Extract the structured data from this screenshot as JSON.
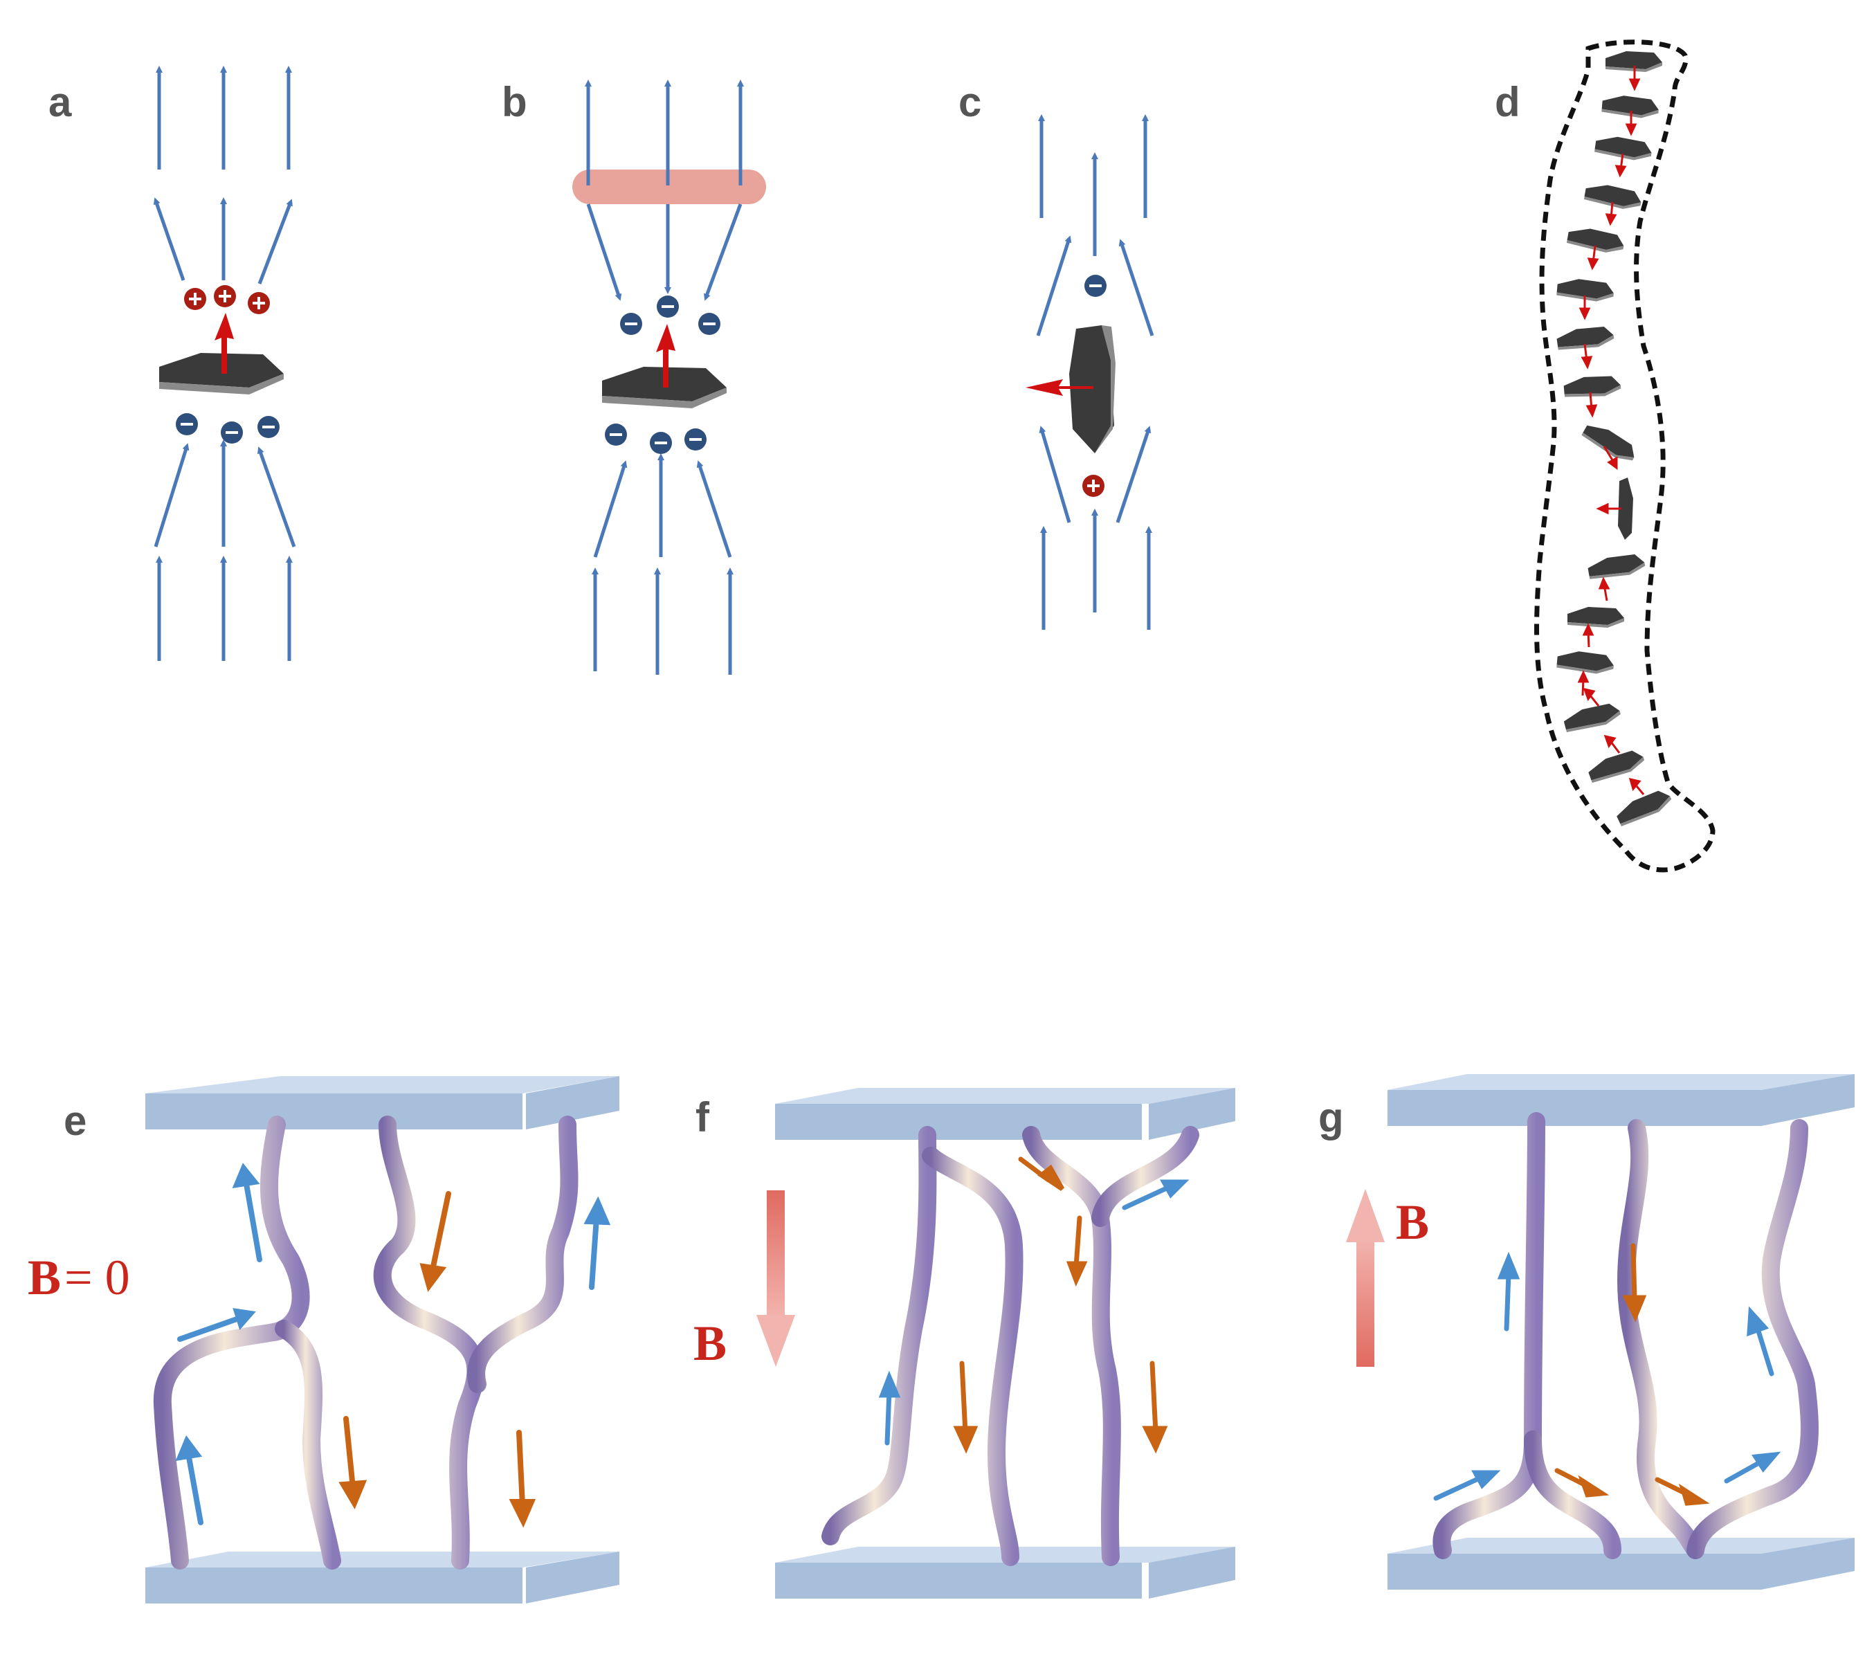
{
  "panels": {
    "a": {
      "label": "a"
    },
    "b": {
      "label": "b"
    },
    "c": {
      "label": "c"
    },
    "d": {
      "label": "d"
    },
    "e": {
      "label": "e",
      "field_text": "B",
      "field_value": "= 0"
    },
    "f": {
      "label": "f",
      "field_text": "B",
      "field_direction": "down"
    },
    "g": {
      "label": "g",
      "field_text": "B",
      "field_direction": "up"
    }
  },
  "colors": {
    "field_arrow": "#4a78b8",
    "positive_charge": "#a81e12",
    "negative_charge": "#2e4f7c",
    "monopole_plate": "#3a3a3a",
    "moment_arrow": "#d01010",
    "constraint_band": "#e8a49b",
    "slab": "#a8bfdc",
    "spin_blue": "#4a90d0",
    "spin_orange": "#c86414",
    "field_label": "#c8261c"
  },
  "icons": [
    "up-arrow-icon",
    "plus-charge-icon",
    "minus-charge-icon",
    "plate-icon",
    "moment-arrow-icon"
  ]
}
